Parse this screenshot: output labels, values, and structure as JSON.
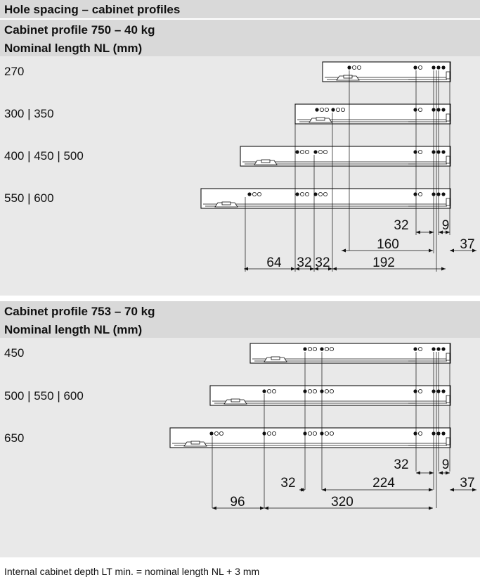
{
  "title": "Hole spacing – cabinet profiles",
  "sections": [
    {
      "heading": "Cabinet profile 750 – 40 kg",
      "subheading": "Nominal length NL (mm)",
      "rows": [
        "270",
        "300 | 350",
        "400 | 450 | 500",
        "550 | 600"
      ],
      "dimensions": [
        "32",
        "9",
        "160",
        "37",
        "64",
        "32",
        "32",
        "192"
      ]
    },
    {
      "heading": "Cabinet profile 753 – 70 kg",
      "subheading": "Nominal length NL (mm)",
      "rows": [
        "450",
        "500 | 550 | 600",
        "650"
      ],
      "dimensions": [
        "32",
        "9",
        "32",
        "224",
        "37",
        "96",
        "320"
      ]
    }
  ],
  "footnote": "Internal cabinet depth LT min. = nominal length NL + 3 mm",
  "colors": {
    "panel": "#d9d9d9",
    "line": "#111111",
    "background": "#ffffff"
  }
}
